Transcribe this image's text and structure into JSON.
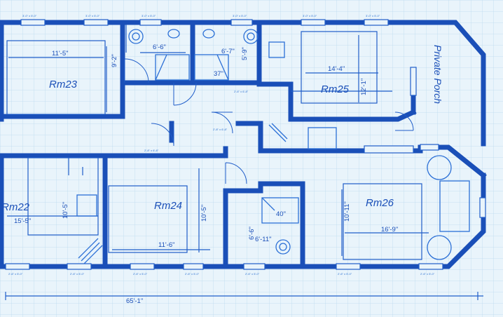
{
  "rooms": {
    "rm23": "Rm23",
    "rm25": "Rm25",
    "rm22": "Rm22",
    "rm24": "Rm24",
    "rm26": "Rm26"
  },
  "porch": "Private Porch",
  "dims": {
    "rm23_w": "11'-5\"",
    "rm23_h": "9'-2\"",
    "bath_a": "6'-6\"",
    "bath_b": "6'-7\"",
    "bath_c": "5'-9\"",
    "shower_a": "37\"",
    "rm25_w": "14'-4\"",
    "rm25_h": "12'-1\"",
    "rm22_w": "15'-5\"",
    "rm22_h": "10'-5\"",
    "rm24_h": "10'-5\"",
    "rm24_w": "11'-6\"",
    "shower_b": "40\"",
    "bath_d": "6'-6\"",
    "bath_e": "6'-11\"",
    "rm26_h": "10'-11\"",
    "rm26_w": "16'-9\"",
    "overall": "65'-1\""
  },
  "notes": {
    "win": "3'-0\" x 5'-0\"",
    "win2": "2'-6\" x 5'-0\"",
    "door": "2'-8\" x 6'-8\"",
    "door2": "2'-6\" x 6'-8\""
  },
  "colors": {
    "wall": "#1a4fb8",
    "grid": "#b9dcef",
    "paper": "#e9f4fb",
    "fixture": "#2b6fd6"
  }
}
